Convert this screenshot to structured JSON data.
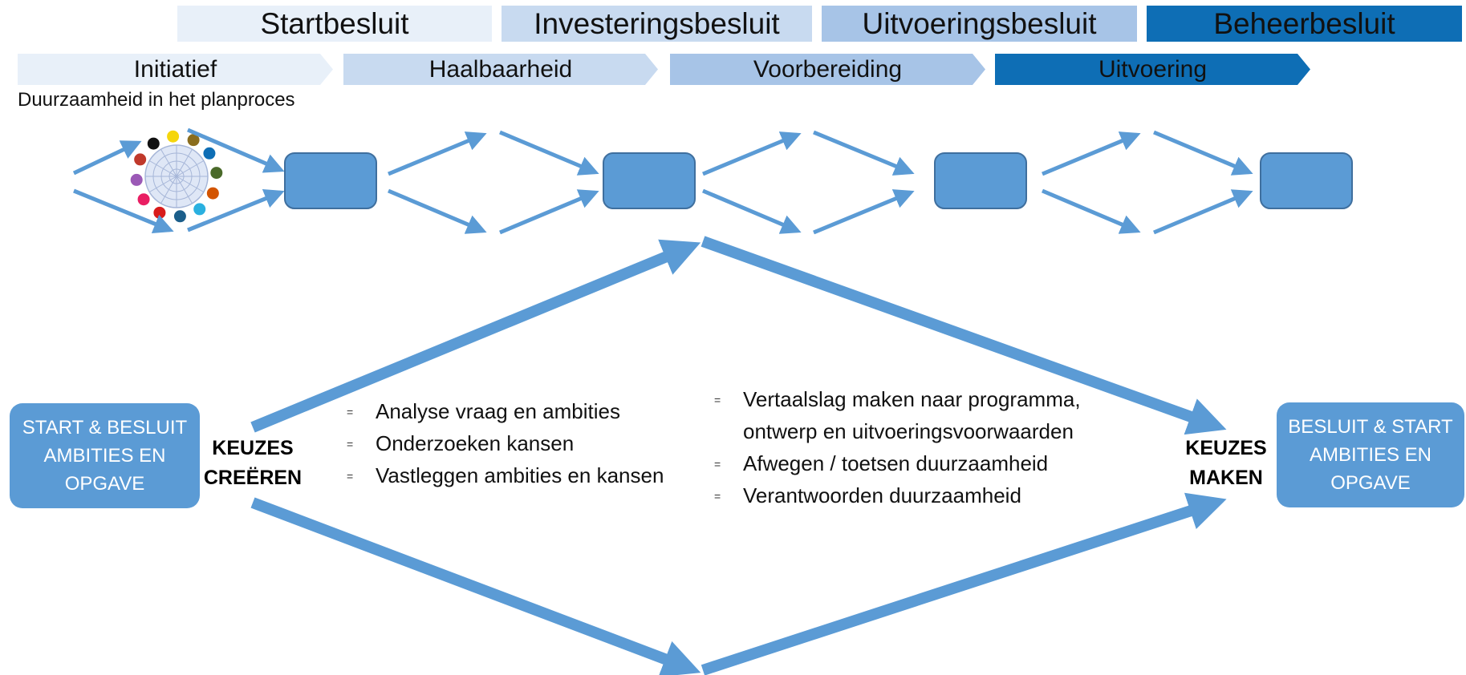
{
  "phases": [
    {
      "label": "Startbesluit",
      "color": "#e8f0f9"
    },
    {
      "label": "Investeringsbesluit",
      "color": "#c8daf0"
    },
    {
      "label": "Uitvoeringsbesluit",
      "color": "#a7c4e7"
    },
    {
      "label": "Beheerbesluit",
      "color": "#0e6eb5"
    }
  ],
  "stages": [
    {
      "label": "Initiatief",
      "color": "#e8f0f9"
    },
    {
      "label": "Haalbaarheid",
      "color": "#c8daf0"
    },
    {
      "label": "Voorbereiding",
      "color": "#a7c4e7"
    },
    {
      "label": "Uitvoering",
      "color": "#0e6eb5"
    }
  ],
  "subtitle": "Duurzaamheid in het planproces",
  "colors": {
    "arrow": "#5b9bd5",
    "box": "#5b9bd5",
    "box_border": "#3f6f9e"
  },
  "wheel_icon_colors": [
    "#f5d60c",
    "#8a6d1d",
    "#0e6eb5",
    "#4a6a2a",
    "#d35400",
    "#2ab0e0",
    "#1b5e8a",
    "#d81b1b",
    "#e91e63",
    "#9b59b6",
    "#c0392b",
    "#111111"
  ],
  "left_box": {
    "line1": "START & BESLUIT",
    "line2": "AMBITIES EN",
    "line3": "OPGAVE"
  },
  "right_box": {
    "line1": "BESLUIT & START",
    "line2": "AMBITIES EN",
    "line3": "OPGAVE"
  },
  "keuzes_creeren": {
    "line1": "KEUZES",
    "line2": "CREËREN"
  },
  "keuzes_maken": {
    "line1": "KEUZES",
    "line2": "MAKEN"
  },
  "bullet_mark": "=",
  "list_left": [
    "Analyse vraag en ambities",
    "Onderzoeken kansen",
    "Vastleggen ambities en kansen"
  ],
  "list_right": {
    "item1_line1": "Vertaalslag maken naar programma,",
    "item1_line2": "ontwerp en uitvoeringsvoorwaarden",
    "item2": "Afwegen / toetsen duurzaamheid",
    "item3": "Verantwoorden duurzaamheid"
  }
}
